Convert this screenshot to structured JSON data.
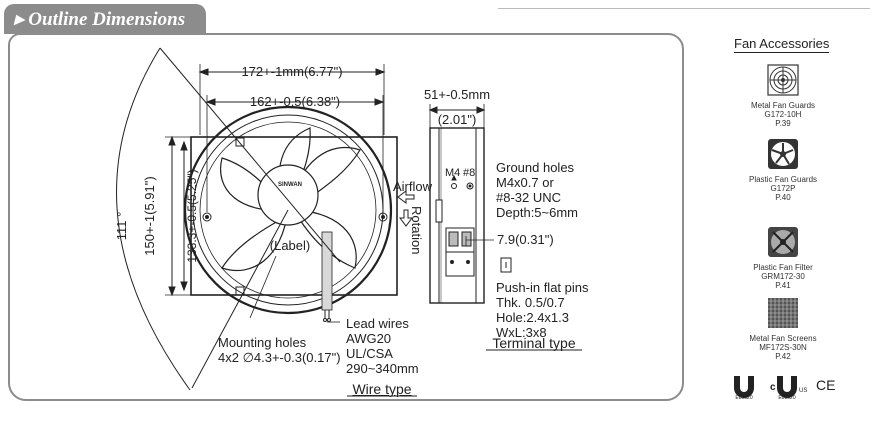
{
  "header": {
    "title": "Outline Dimensions"
  },
  "front_view": {
    "width_overall": "172+-1mm(6.77\")",
    "width_holes": "162+-0.5(6.38\")",
    "height_overall": "150+-1(5.91\")",
    "height_holes": "133.3+-0.5(5.25\")",
    "diagonal": "111 °",
    "brand": "SINWAN",
    "label": "(Label)",
    "airflow": "Airflow",
    "rotation": "Rotation"
  },
  "side_view": {
    "depth": "51+-0.5mm",
    "depth_in": "(2.01\")",
    "m4": "M4",
    "num8": "#8",
    "pin_gap": "7.9(0.31\")"
  },
  "notes": {
    "ground_holes": [
      "Ground holes",
      "M4x0.7 or",
      "#8-32 UNC",
      "Depth:5~6mm"
    ],
    "push_in": [
      "Push-in flat pins",
      "Thk. 0.5/0.7",
      "Hole:2.4x1.3",
      "WxL:3x8"
    ],
    "mounting": [
      "Mounting holes",
      "4x2 ∅4.3+-0.3(0.17\")"
    ],
    "lead": [
      "Lead wires",
      "AWG20",
      "UL/CSA",
      "290~340mm"
    ]
  },
  "captions": {
    "wire_type": "Wire type",
    "terminal_type": "Terminal type"
  },
  "accessories": {
    "title": "Fan Accessories",
    "items": [
      {
        "name": "Metal Fan Guards",
        "code": "G172-10H",
        "page": "P.39",
        "icon": "metal-fan-guard-icon"
      },
      {
        "name": "Plastic Fan Guards",
        "code": "G172P",
        "page": "P.40",
        "icon": "plastic-fan-guard-icon"
      },
      {
        "name": "Plastic Fan Filter",
        "code": "GRM172-30",
        "page": "P.41",
        "icon": "plastic-fan-filter-icon"
      },
      {
        "name": "Metal Fan Screens",
        "code": "MF172S-30N",
        "page": "P.42",
        "icon": "metal-fan-screen-icon"
      }
    ]
  },
  "certs": {
    "ur_file": "E89520",
    "cur_file": "E89520",
    "us": "US",
    "ce": "CE"
  },
  "colors": {
    "tab": "#8c8c8c",
    "line": "#222222",
    "panel_border": "#8c8c8c"
  }
}
